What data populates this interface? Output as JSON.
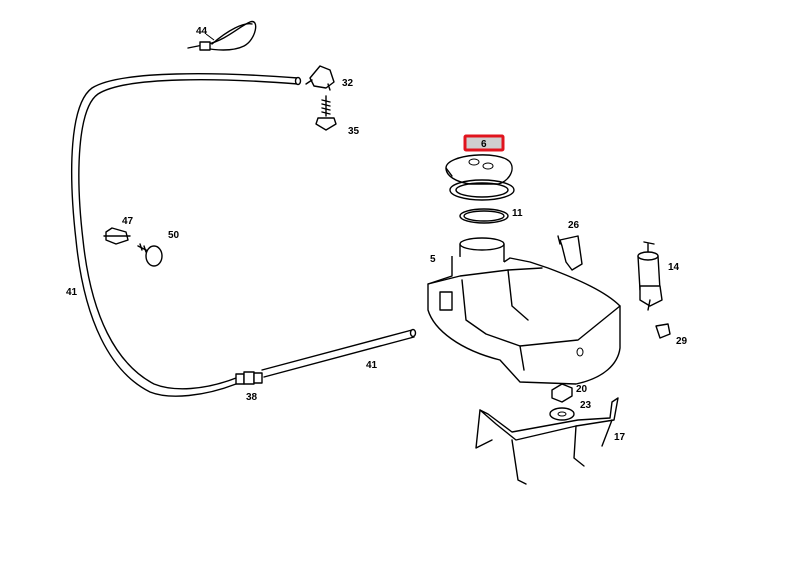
{
  "diagram": {
    "highlight_color": "#e0141e",
    "highlighted_label": "6",
    "callouts": {
      "p44": "44",
      "p32": "32",
      "p35": "35",
      "p6": "6",
      "p11": "11",
      "p47": "47",
      "p50": "50",
      "p26": "26",
      "p5": "5",
      "p14": "14",
      "p41_left": "41",
      "p41_right": "41",
      "p29": "29",
      "p38": "38",
      "p20": "20",
      "p23": "23",
      "p17": "17"
    }
  }
}
